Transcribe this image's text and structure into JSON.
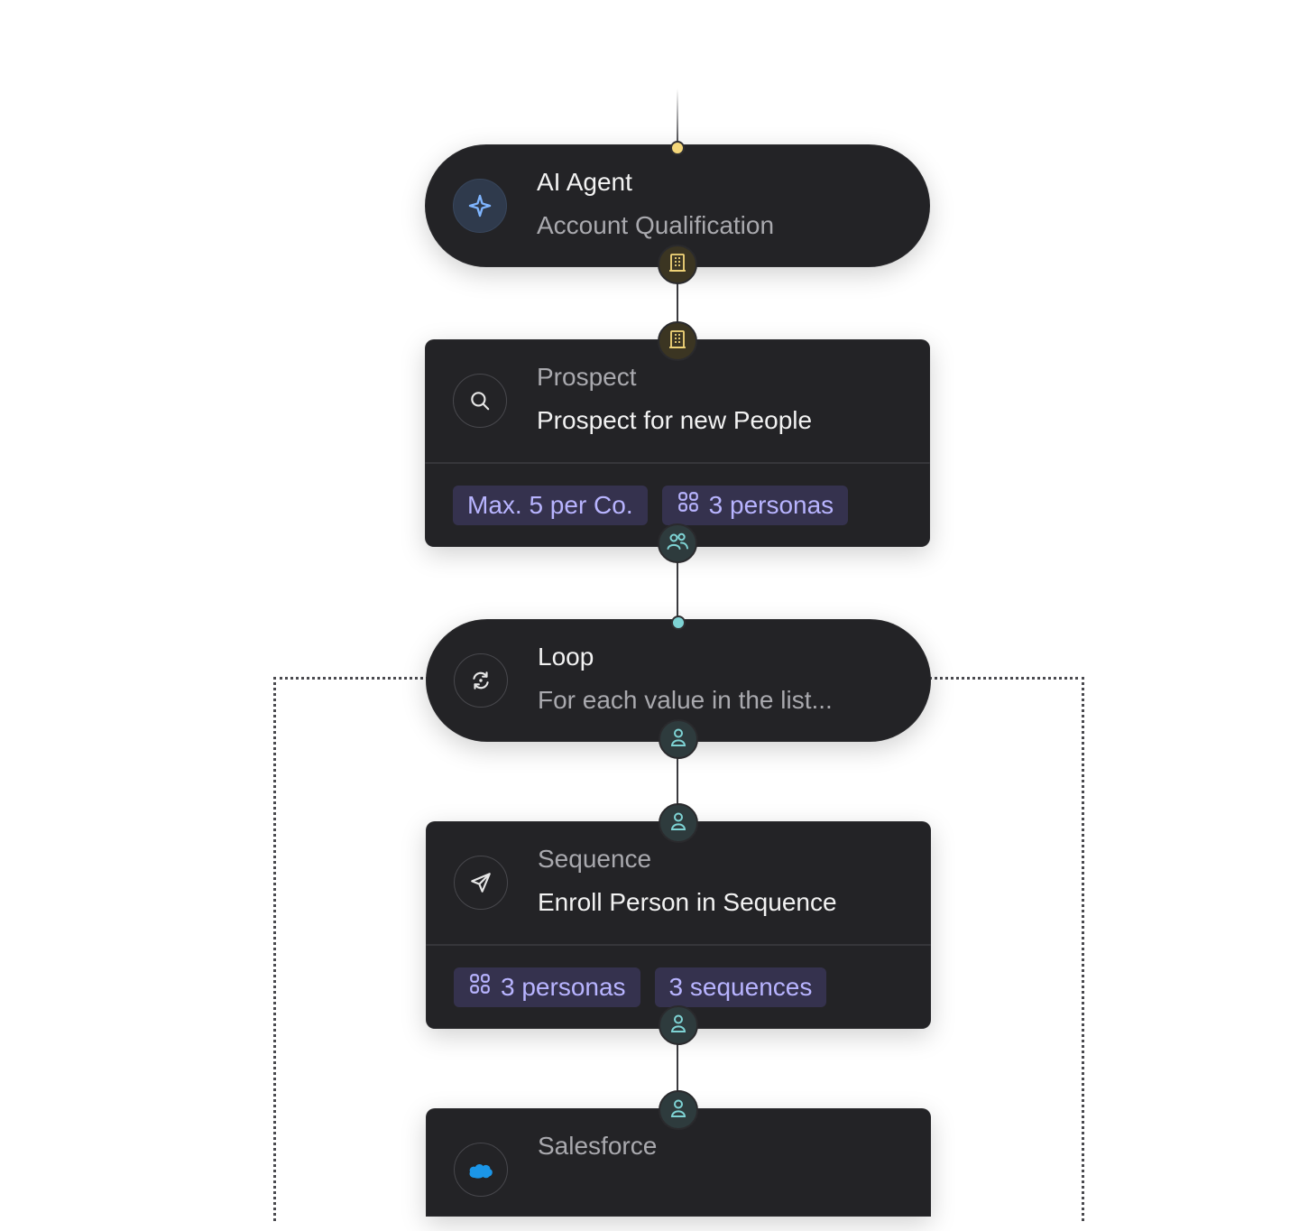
{
  "workflow": {
    "nodes": [
      {
        "id": "ai-agent",
        "title": "AI Agent",
        "subtitle": "Account Qualification"
      },
      {
        "id": "prospect",
        "title": "Prospect",
        "subtitle": "Prospect for new People",
        "chips": [
          "Max. 5 per Co.",
          "3 personas"
        ]
      },
      {
        "id": "loop",
        "title": "Loop",
        "subtitle": "For each value in the list..."
      },
      {
        "id": "sequence",
        "title": "Sequence",
        "subtitle": "Enroll Person in Sequence",
        "chips": [
          "3 personas",
          "3 sequences"
        ]
      },
      {
        "id": "salesforce",
        "title": "Salesforce"
      }
    ]
  },
  "colors": {
    "node_bg": "#232326",
    "accent_yellow": "#f4d77a",
    "accent_teal": "#7ed3d4",
    "chip_text": "#b8b4ff",
    "ai_icon_blue": "#7fb5ff",
    "salesforce_blue": "#1b96e8"
  },
  "icons": {
    "ai-agent": "sparkle-icon",
    "prospect": "search-icon",
    "loop": "refresh-icon",
    "sequence": "send-icon",
    "salesforce": "salesforce-cloud-icon",
    "ports": [
      "building-icon",
      "users-icon",
      "user-icon"
    ],
    "chips": [
      "grid-icon"
    ]
  }
}
